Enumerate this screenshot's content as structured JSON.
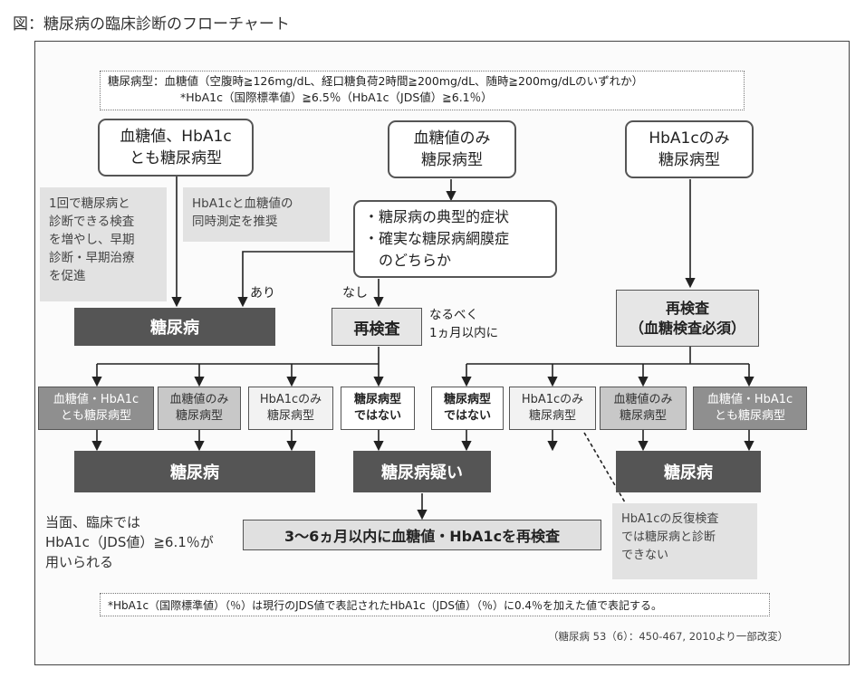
{
  "title": "図：糖尿病の臨床診断のフローチャート",
  "criteria": {
    "line1": "糖尿病型：血糖値（空腹時≧126mg/dL、経口糖負荷2時間≧200mg/dL、随時≧200mg/dLのいずれか）",
    "line2": "*HbA1c（国際標準値）≧6.5％（HbA1c（JDS値）≧6.1％）"
  },
  "top_boxes": {
    "both": "血糖値、HbA1c\nとも糖尿病型",
    "glucose_only": "血糖値のみ\n糖尿病型",
    "hba1c_only": "HbA1cのみ\n糖尿病型"
  },
  "notes": {
    "promote": "1回で糖尿病と\n診断できる検査\nを増やし、早期\n診断・早期治療\nを促進",
    "simultaneous": "HbA1cと血糖値の\n同時測定を推奨",
    "hba1c_repeat": "HbA1cの反復検査\nでは糖尿病と診断\nできない",
    "jds": "当面、臨床では\nHbA1c（JDS値）≧6.1％が\n用いられる"
  },
  "symptom_box": "・糖尿病の典型的症状\n・確実な糖尿病網膜症\n　のどちらか",
  "labels": {
    "yes": "あり",
    "no": "なし",
    "within_month": "なるべく\n1ヵ月以内に"
  },
  "diabetes": "糖尿病",
  "retest_mid": "再検査",
  "retest_right": "再検査\n（血糖検査必須）",
  "results_left": [
    "血糖値・HbA1c\nとも糖尿病型",
    "血糖値のみ\n糖尿病型",
    "HbA1cのみ\n糖尿病型",
    "糖尿病型\nではない"
  ],
  "results_right": [
    "糖尿病型\nではない",
    "HbA1cのみ\n糖尿病型",
    "血糖値のみ\n糖尿病型",
    "血糖値・HbA1c\nとも糖尿病型"
  ],
  "suspected": "糖尿病疑い",
  "retest_final": "3～6ヵ月以内に血糖値・HbA1cを再検査",
  "footnote": "*HbA1c（国際標準値）（％）は現行のJDS値で表記されたHbA1c（JDS値）（％）に0.4％を加えた値で表記する。",
  "source": "（糖尿病 53（6）：450-467, 2010より一部改変）"
}
